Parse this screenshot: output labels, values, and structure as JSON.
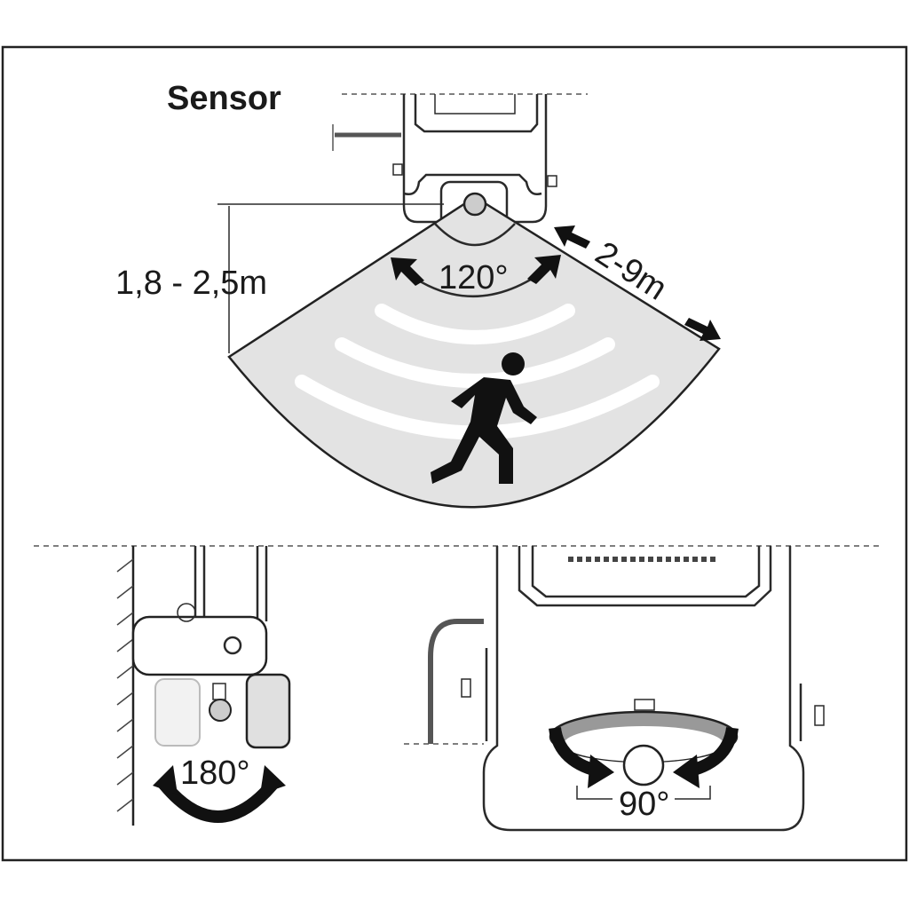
{
  "title": "Sensor",
  "labels": {
    "mount_height": "1,8 - 2,5m",
    "detection_angle": "120°",
    "detection_range": "2-9m",
    "rotation_vertical": "180°",
    "rotation_horizontal": "90°"
  },
  "colors": {
    "zone_fill": "#e3e3e3",
    "ink": "#1a1a1a"
  }
}
